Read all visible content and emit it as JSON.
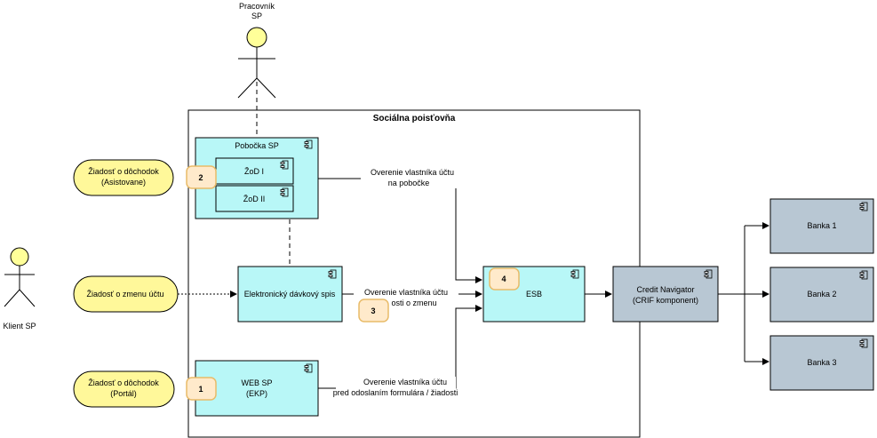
{
  "diagram": {
    "container_title": "Sociálna poisťovňa",
    "actors": {
      "worker": {
        "line1": "Pracovník",
        "line2": "SP"
      },
      "client": {
        "label": "Klient SP"
      }
    },
    "events": {
      "e1": {
        "line1": "Žiadosť o dôchodok",
        "line2": "(Asistovane)"
      },
      "e2": {
        "line1": "Žiadosť o zmenu účtu"
      },
      "e3": {
        "line1": "Žiadosť o dôchodok",
        "line2": "(Portál)"
      }
    },
    "components": {
      "pobocka": {
        "label": "Pobočka SP"
      },
      "zod1": {
        "label": "ŽoD I"
      },
      "zod2": {
        "label": "ŽoD II"
      },
      "davkovy": {
        "label": "Elektronický dávkový spis"
      },
      "websp": {
        "line1": "WEB SP",
        "line2": "(EKP)"
      },
      "esb": {
        "label": "ESB"
      },
      "crif": {
        "line1": "Credit Navigator",
        "line2": "(CRIF komponent)"
      },
      "banka1": {
        "label": "Banka 1"
      },
      "banka2": {
        "label": "Banka 2"
      },
      "banka3": {
        "label": "Banka 3"
      }
    },
    "flows": {
      "f1": {
        "line1": "Overenie vlastníka účtu",
        "line2": "na pobočke"
      },
      "f2": {
        "line1": "Overenie vlastníka účtu",
        "line2": "osti o zmenu"
      },
      "f3": {
        "line1": "Overenie vlastníka účtu",
        "line2": "pred odoslaním formulára / žiadosti"
      }
    },
    "badges": {
      "b1": "1",
      "b2": "2",
      "b3": "3",
      "b4": "4"
    },
    "colors": {
      "component_fill": "#b8f7f7",
      "bank_fill": "#b8c7d3",
      "event_fill": "#fff89a",
      "badge_fill": "#ffeacb",
      "badge_stroke": "#e8bb69",
      "actor_fill": "#ffff99"
    }
  }
}
